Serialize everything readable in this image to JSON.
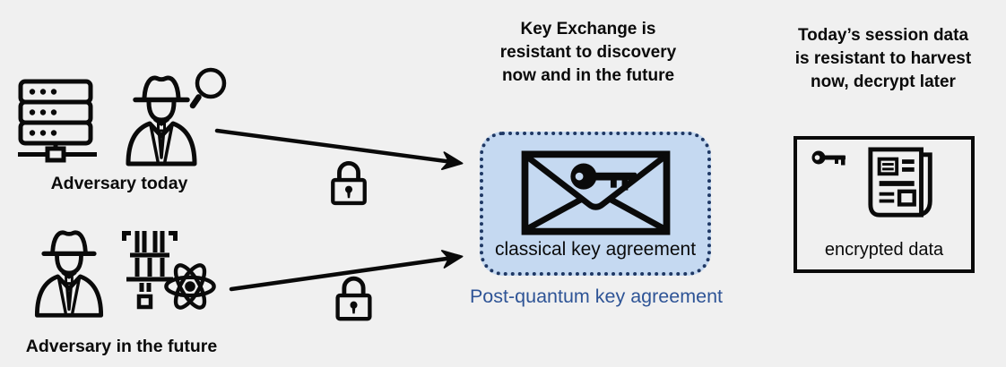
{
  "page": {
    "background": "#f0f0f0",
    "outline_color": "#000000"
  },
  "left_column": {
    "adversary_today": {
      "label": "Adversary today",
      "icons": [
        "server-icon",
        "spy-icon",
        "magnifying-glass-icon"
      ]
    },
    "adversary_future": {
      "label": "Adversary in the future",
      "icons": [
        "spy-icon",
        "quantum-computer-icon",
        "atom-icon"
      ]
    }
  },
  "arrows": {
    "top": {
      "icon": "padlock-icon"
    },
    "bottom": {
      "icon": "padlock-icon"
    }
  },
  "center": {
    "title_lines": [
      "Key Exchange is",
      "resistant to discovery",
      "now and in the future"
    ],
    "box_label": "classical key agreement",
    "box_icon": "envelope-with-key-icon",
    "caption": "Post-quantum key agreement",
    "colors": {
      "box_fill": "#c5d9f1",
      "box_border": "#1f3864",
      "caption_text": "#2e5496"
    }
  },
  "right_column": {
    "title_lines": [
      "Today’s session data",
      "is resistant to harvest",
      "now, decrypt later"
    ],
    "box_label": "encrypted data",
    "box_icons": [
      "key-icon",
      "newspaper-icon"
    ]
  }
}
